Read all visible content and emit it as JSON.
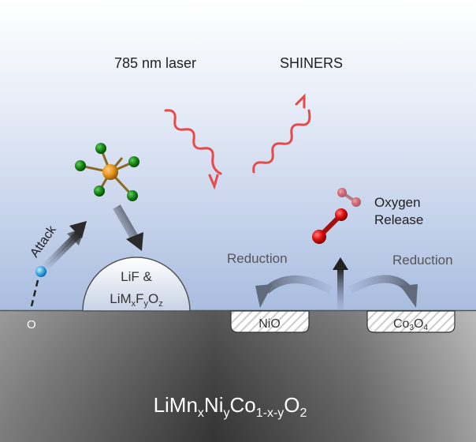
{
  "labels": {
    "laser": "785 nm laser",
    "shiners": "SHINERS",
    "attack": "Attack",
    "oxygen_line1": "Oxygen",
    "oxygen_line2": "Release",
    "reduction_left": "Reduction",
    "reduction_right": "Reduction",
    "surface_o": "O"
  },
  "dome": {
    "line1": "LiF &",
    "line2": [
      "LiM",
      "x",
      "F",
      "y",
      "O",
      "z"
    ]
  },
  "nio": "NiO",
  "co3o4": [
    "Co",
    "3",
    "O",
    "4"
  ],
  "bulk": [
    "LiMn",
    "x",
    "Ni",
    "y",
    "Co",
    "1-x-y",
    "O",
    "2"
  ],
  "colors": {
    "laser_arrow": "#e84a4a",
    "oxygen_atom": "#e01010",
    "fluorine_atom": "#1a8a1a",
    "phosphorus_atom": "#e89a20",
    "lithium_atom": "#40b0e8"
  }
}
